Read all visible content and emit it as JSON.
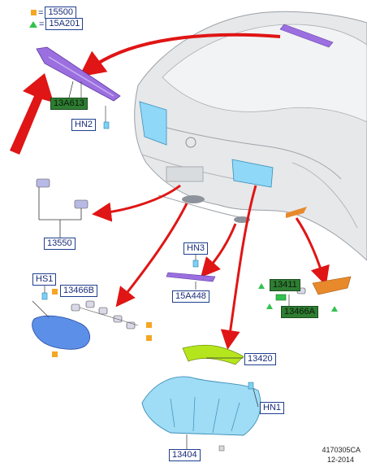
{
  "legend": [
    {
      "marker": "orange-square",
      "label": "15500"
    },
    {
      "marker": "green-triangle",
      "label": "15A201"
    }
  ],
  "parts": {
    "p_13A613": "13A613",
    "p_HN2": "HN2",
    "p_13550": "13550",
    "p_HN3": "HN3",
    "p_15A448": "15A448",
    "p_HS1": "HS1",
    "p_13466B": "13466B",
    "p_13411": "13411",
    "p_13466A": "13466A",
    "p_13420": "13420",
    "p_HN1": "HN1",
    "p_13404": "13404"
  },
  "footer": {
    "code": "4170305CA",
    "date": "12-2014"
  },
  "colors": {
    "arrow": "#e01515",
    "label_border": "#1f3f8f",
    "label_text": "#1a2c7a",
    "green_label_fill": "#2e7d32",
    "purple_part": "#9b6fe0",
    "blue_part": "#7fd0f5",
    "amber_part": "#e8892c",
    "lime_part": "#b5e61d",
    "marker_orange": "#f5a623",
    "marker_green": "#33c24d"
  }
}
